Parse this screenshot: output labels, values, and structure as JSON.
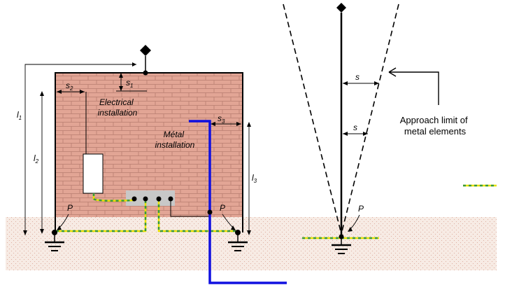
{
  "labels": {
    "electrical_installation": [
      "Electrical",
      "installation"
    ],
    "metal_installation": [
      "Métal",
      "installation"
    ],
    "approach_limit": [
      "Approach limit of",
      "metal elements"
    ],
    "dim_l1": "l",
    "dim_l1_sub": "1",
    "dim_l2": "l",
    "dim_l2_sub": "2",
    "dim_l3": "l",
    "dim_l3_sub": "3",
    "dim_s1": "s",
    "dim_s1_sub": "1",
    "dim_s2": "s",
    "dim_s2_sub": "2",
    "dim_s3": "s",
    "dim_s3_sub": "3",
    "dim_s_upper": "s",
    "dim_s_lower": "s",
    "point_p_left": "P",
    "point_p_middle": "P",
    "point_p_right": "P"
  },
  "colors": {
    "brick_fill": "#e2a595",
    "brick_mortar": "#b87d70",
    "ground_fill": "#f7ebe4",
    "ground_dots": "#d8a090",
    "metal_pipe": "#1010e0",
    "earth_yellow": "#e5e000",
    "earth_green": "#3a9a3a",
    "terminal_bar": "#c8c8c8"
  },
  "icons": {
    "air_terminal": "diamond-tip",
    "earth_electrode": "ground-symbol"
  }
}
